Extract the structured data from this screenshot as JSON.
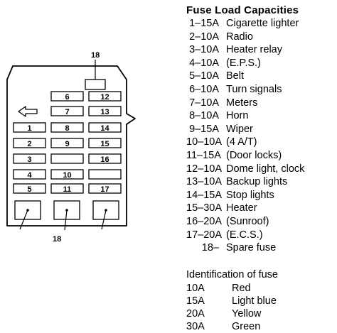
{
  "callouts": {
    "top": "18",
    "bottom": "18"
  },
  "fuse_positions": {
    "row1": {
      "left": "",
      "mid": "6",
      "right": "12"
    },
    "row2": {
      "left": "",
      "mid": "7",
      "right": "13"
    },
    "row3": {
      "left": "1",
      "mid": "8",
      "right": "14"
    },
    "row4": {
      "left": "2",
      "mid": "9",
      "right": "15"
    },
    "row5": {
      "left": "3",
      "mid": "",
      "right": "16"
    },
    "row6": {
      "left": "4",
      "mid": "10",
      "right": ""
    },
    "row7": {
      "left": "5",
      "mid": "11",
      "right": "17"
    }
  },
  "legend": {
    "title": "Fuse Load Capacities",
    "items": [
      {
        "num": "1–15A",
        "desc": "Cigarette lighter"
      },
      {
        "num": "2–10A",
        "desc": "Radio"
      },
      {
        "num": "3–10A",
        "desc": "Heater relay"
      },
      {
        "num": "4–10A",
        "desc": "(E.P.S.)"
      },
      {
        "num": "5–10A",
        "desc": "Belt"
      },
      {
        "num": "6–10A",
        "desc": "Turn signals"
      },
      {
        "num": "7–10A",
        "desc": "Meters"
      },
      {
        "num": "8–10A",
        "desc": "Horn"
      },
      {
        "num": "9–15A",
        "desc": "Wiper"
      },
      {
        "num": "10–10A",
        "desc": "(4 A/T)"
      },
      {
        "num": "11–15A",
        "desc": "(Door locks)"
      },
      {
        "num": "12–10A",
        "desc": "Dome light, clock"
      },
      {
        "num": "13–10A",
        "desc": "Backup lights"
      },
      {
        "num": "14–15A",
        "desc": "Stop lights"
      },
      {
        "num": "15–30A",
        "desc": "Heater"
      },
      {
        "num": "16–20A",
        "desc": "(Sunroof)"
      },
      {
        "num": "17–20A",
        "desc": "(E.C.S.)"
      },
      {
        "num": "18–",
        "desc": "Spare fuse"
      }
    ]
  },
  "identification": {
    "title": "Identification of fuse",
    "items": [
      {
        "amp": "10A",
        "color": "Red"
      },
      {
        "amp": "15A",
        "color": "Light blue"
      },
      {
        "amp": "20A",
        "color": "Yellow"
      },
      {
        "amp": "30A",
        "color": "Green"
      }
    ]
  }
}
